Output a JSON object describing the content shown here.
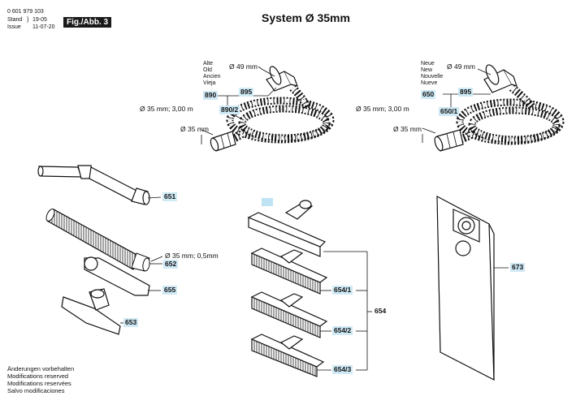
{
  "header": {
    "doc_number": "0 601 979 103",
    "stand_label": "Stand",
    "stand_value": "19-05",
    "issue_label": "Issue",
    "issue_value": "11-07-20",
    "figure_label": "Fig./Abb. 3"
  },
  "title": "System Ø 35mm",
  "hose_old": {
    "languages": [
      "Alte",
      "Old",
      "Ancien",
      "Vieja"
    ],
    "dim_49": "Ø 49 mm",
    "dim_35_3m": "Ø 35 mm; 3,00 m",
    "dim_35": "Ø 35 mm",
    "part_main": "890",
    "part_adapter": "895",
    "part_hose": "890/2"
  },
  "hose_new": {
    "languages": [
      "Neue",
      "New",
      "Nouvelle",
      "Nueve"
    ],
    "dim_49": "Ø 49 mm",
    "dim_35_3m": "Ø 35 mm; 3,00 m",
    "dim_35": "Ø 35 mm",
    "part_main": "650",
    "part_adapter": "895",
    "part_hose": "650/1"
  },
  "accessories": {
    "dim_tube": "Ø 35 mm; 0,5mm",
    "part_bent_tube": "651",
    "part_extension_tube": "652",
    "part_crevice_nozzle": "655",
    "part_upholstery_nozzle": "653"
  },
  "floor_nozzles": {
    "part_group": "654",
    "part_1": "654/1",
    "part_2": "654/2",
    "part_3": "654/3"
  },
  "filter_bag": {
    "part": "673"
  },
  "footer": [
    "Änderungen vorbehalten",
    "Modifications reserved",
    "Modifications reservées",
    "Salvo modificaciones"
  ]
}
